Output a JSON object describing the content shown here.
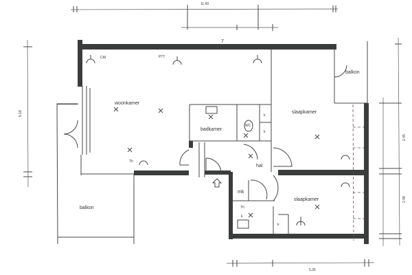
{
  "rooms": {
    "woonkamer": "woonkamer",
    "badkamer": "badkamer",
    "wc": "WC",
    "slaapkamer_1": "slaapkamer",
    "slaapkamer_2": "slaapkamer",
    "hal": "hal",
    "mk": "mk",
    "balkon_left": "balkon",
    "balkon_right": "balkon"
  },
  "fixtures": {
    "cai": "CAI",
    "ptt": "PTT",
    "thermostat": "Th",
    "thermostat_2": "Th",
    "closet": "k",
    "north_mark": "7"
  },
  "dimensions": {
    "total_width": "11.60",
    "left_height": "5.18",
    "right_upper": "2.45",
    "right_lower": "2.48",
    "bottom_width": "5.35"
  }
}
